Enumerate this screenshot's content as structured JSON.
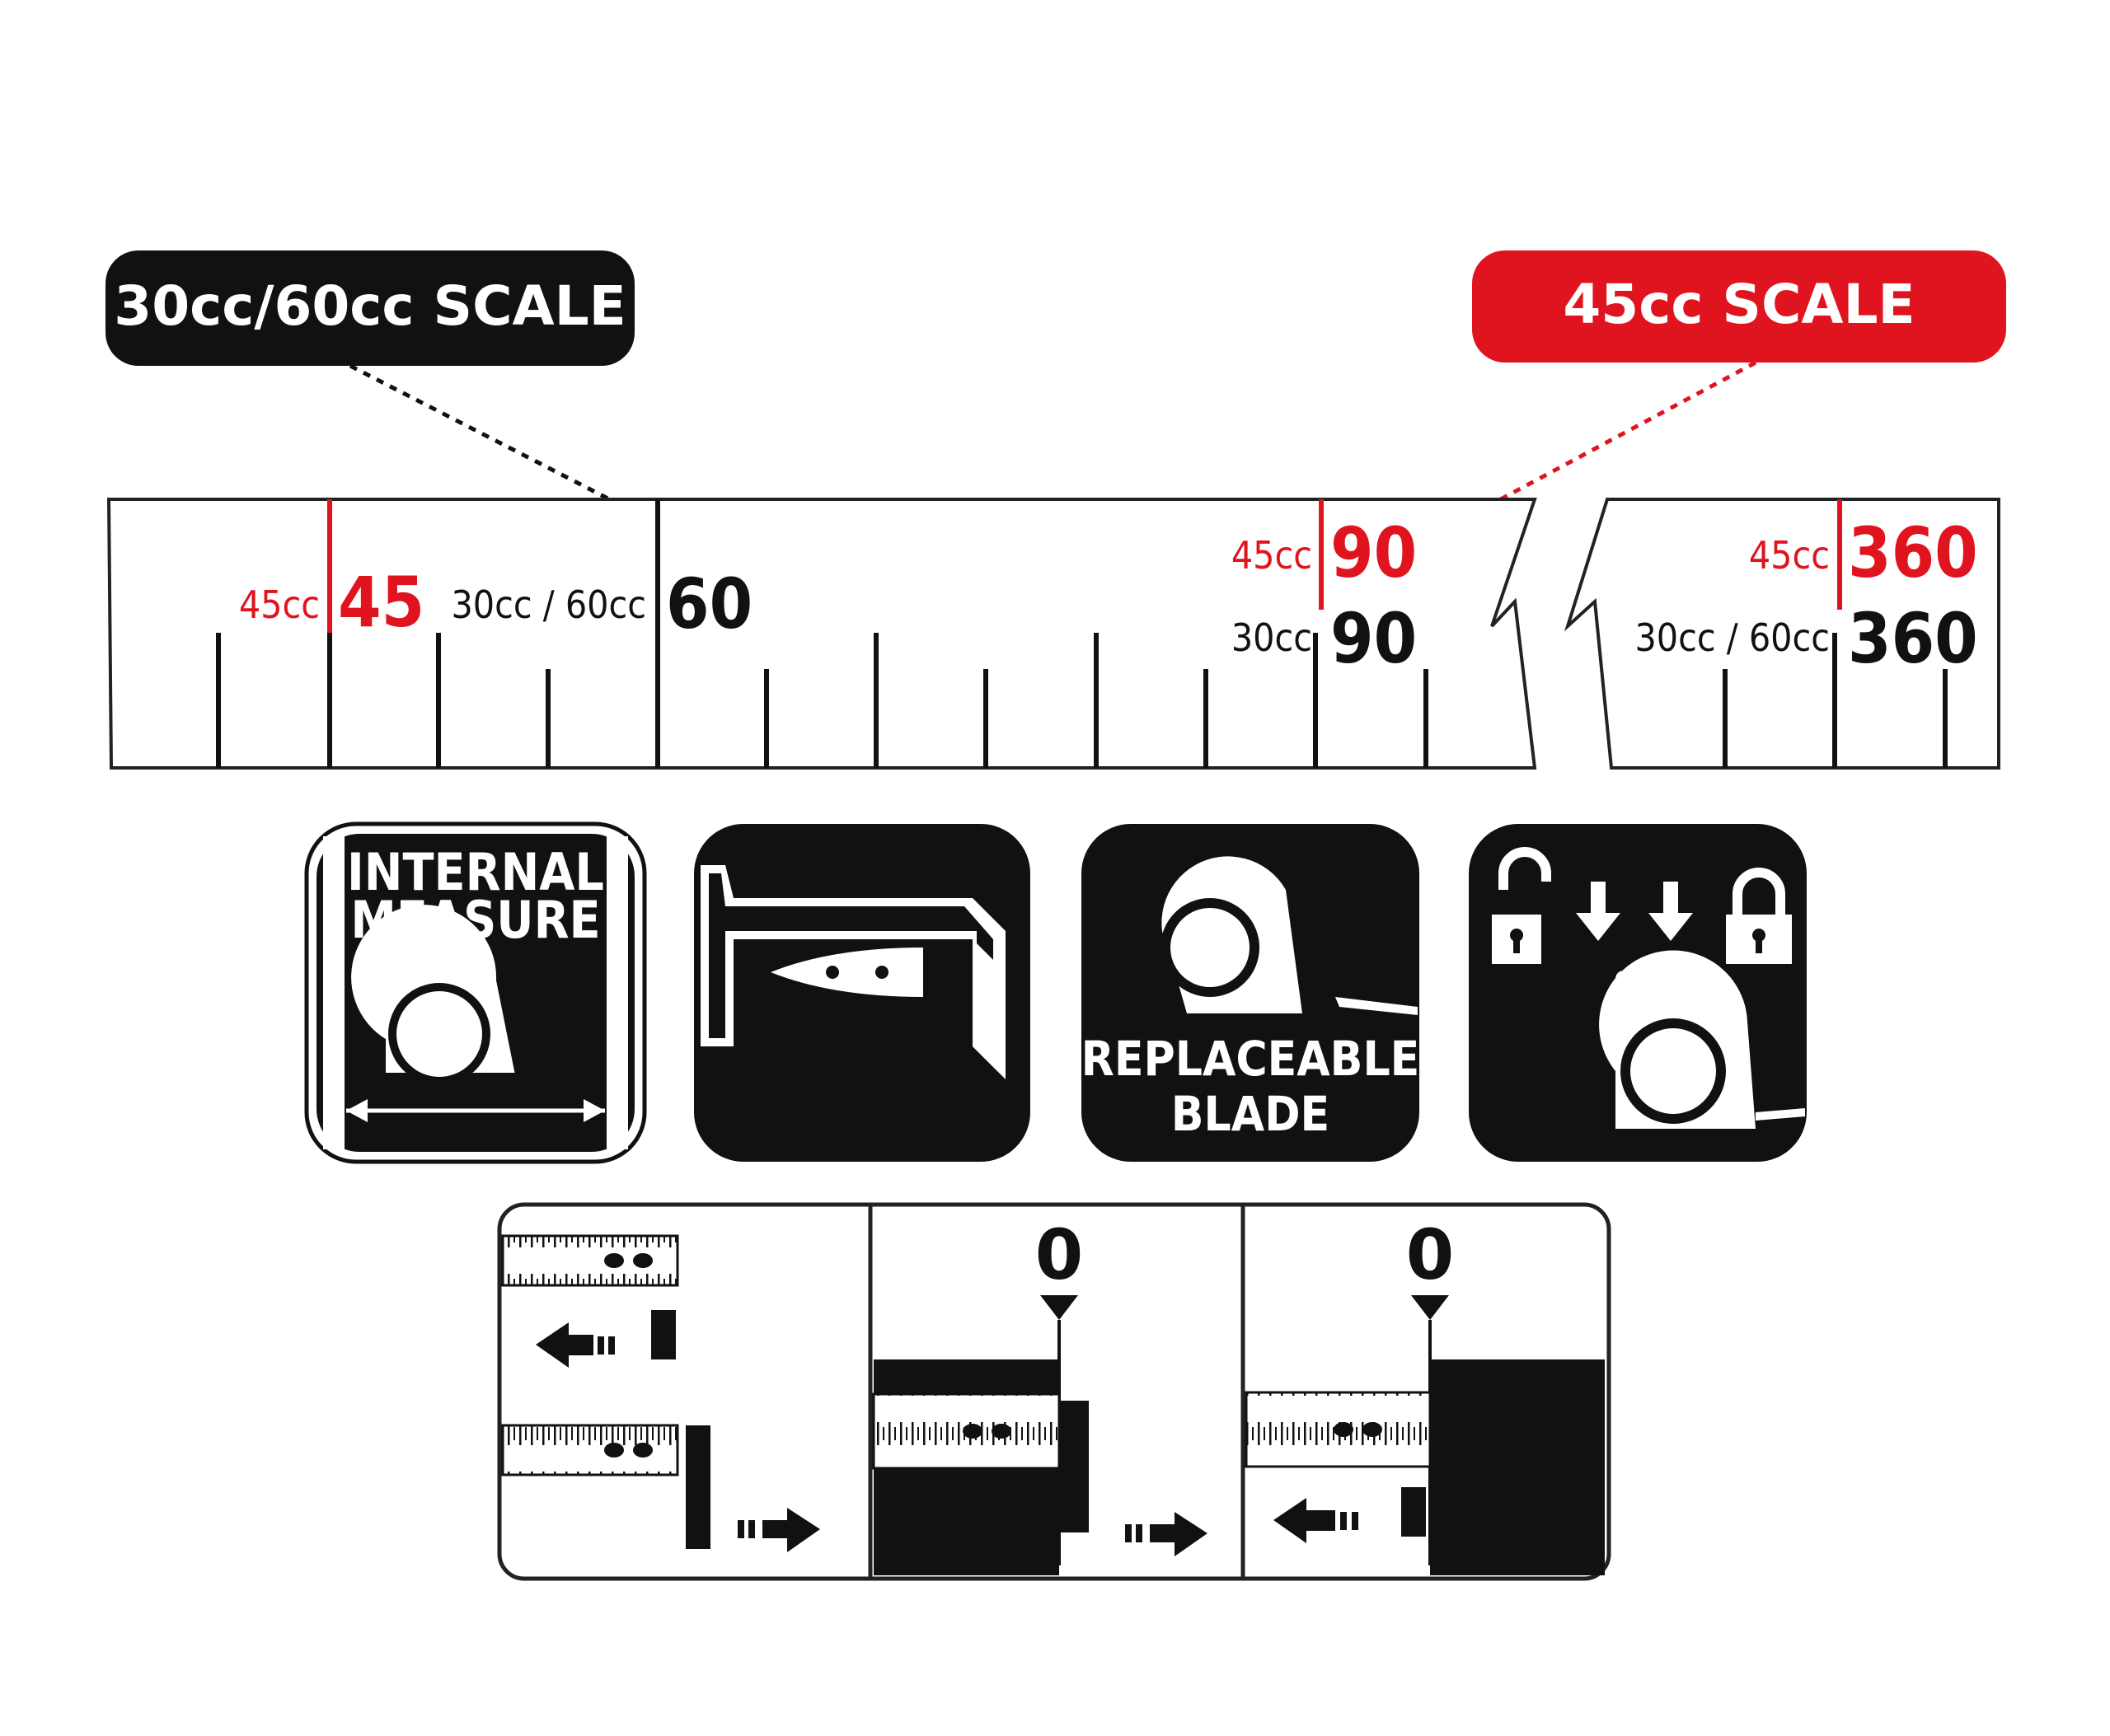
{
  "callouts": {
    "black": "30cc/60cc SCALE",
    "red": "45cc SCALE"
  },
  "ruler": {
    "label45cc": "45cc",
    "value45": "45",
    "label3060_a": "30cc / 60cc",
    "value60": "60",
    "label45cc_b": "45cc",
    "value90_red": "90",
    "label30cc": "30cc",
    "value90_black": "90",
    "label45cc_c": "45cc",
    "value360_red": "360",
    "label3060_b": "30cc / 60cc",
    "value360_black": "360"
  },
  "features": {
    "internal_measure_line1": "INTERNAL",
    "internal_measure_line2": "MEASURE",
    "replaceable_line1": "REPLACEABLE",
    "replaceable_line2": "BLADE"
  },
  "hook": {
    "zero1": "0",
    "zero2": "0"
  },
  "colors": {
    "red": "#e0141e",
    "black": "#111111"
  }
}
